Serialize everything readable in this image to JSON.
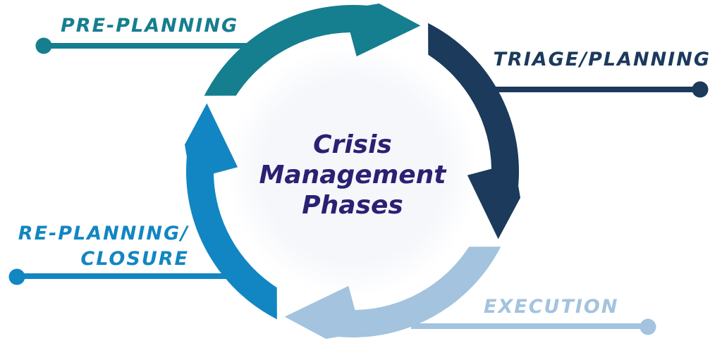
{
  "background": "#ffffff",
  "inner_tint": "#f5f7fb",
  "title": {
    "lines": [
      "Crisis",
      "Management",
      "Phases"
    ],
    "color": "#2a2173"
  },
  "phases": [
    {
      "id": "pre-planning",
      "label": "PRE-PLANNING",
      "color": "#157e8f"
    },
    {
      "id": "triage-planning",
      "label": "TRIAGE/PLANNING",
      "color": "#1b3a5c"
    },
    {
      "id": "execution",
      "label": "EXECUTION",
      "color": "#a3c3de"
    },
    {
      "id": "replanning-closure",
      "label": "RE-PLANNING/ CLOSURE",
      "label_lines": [
        "RE-PLANNING/",
        "CLOSURE"
      ],
      "color": "#1286c2"
    }
  ]
}
